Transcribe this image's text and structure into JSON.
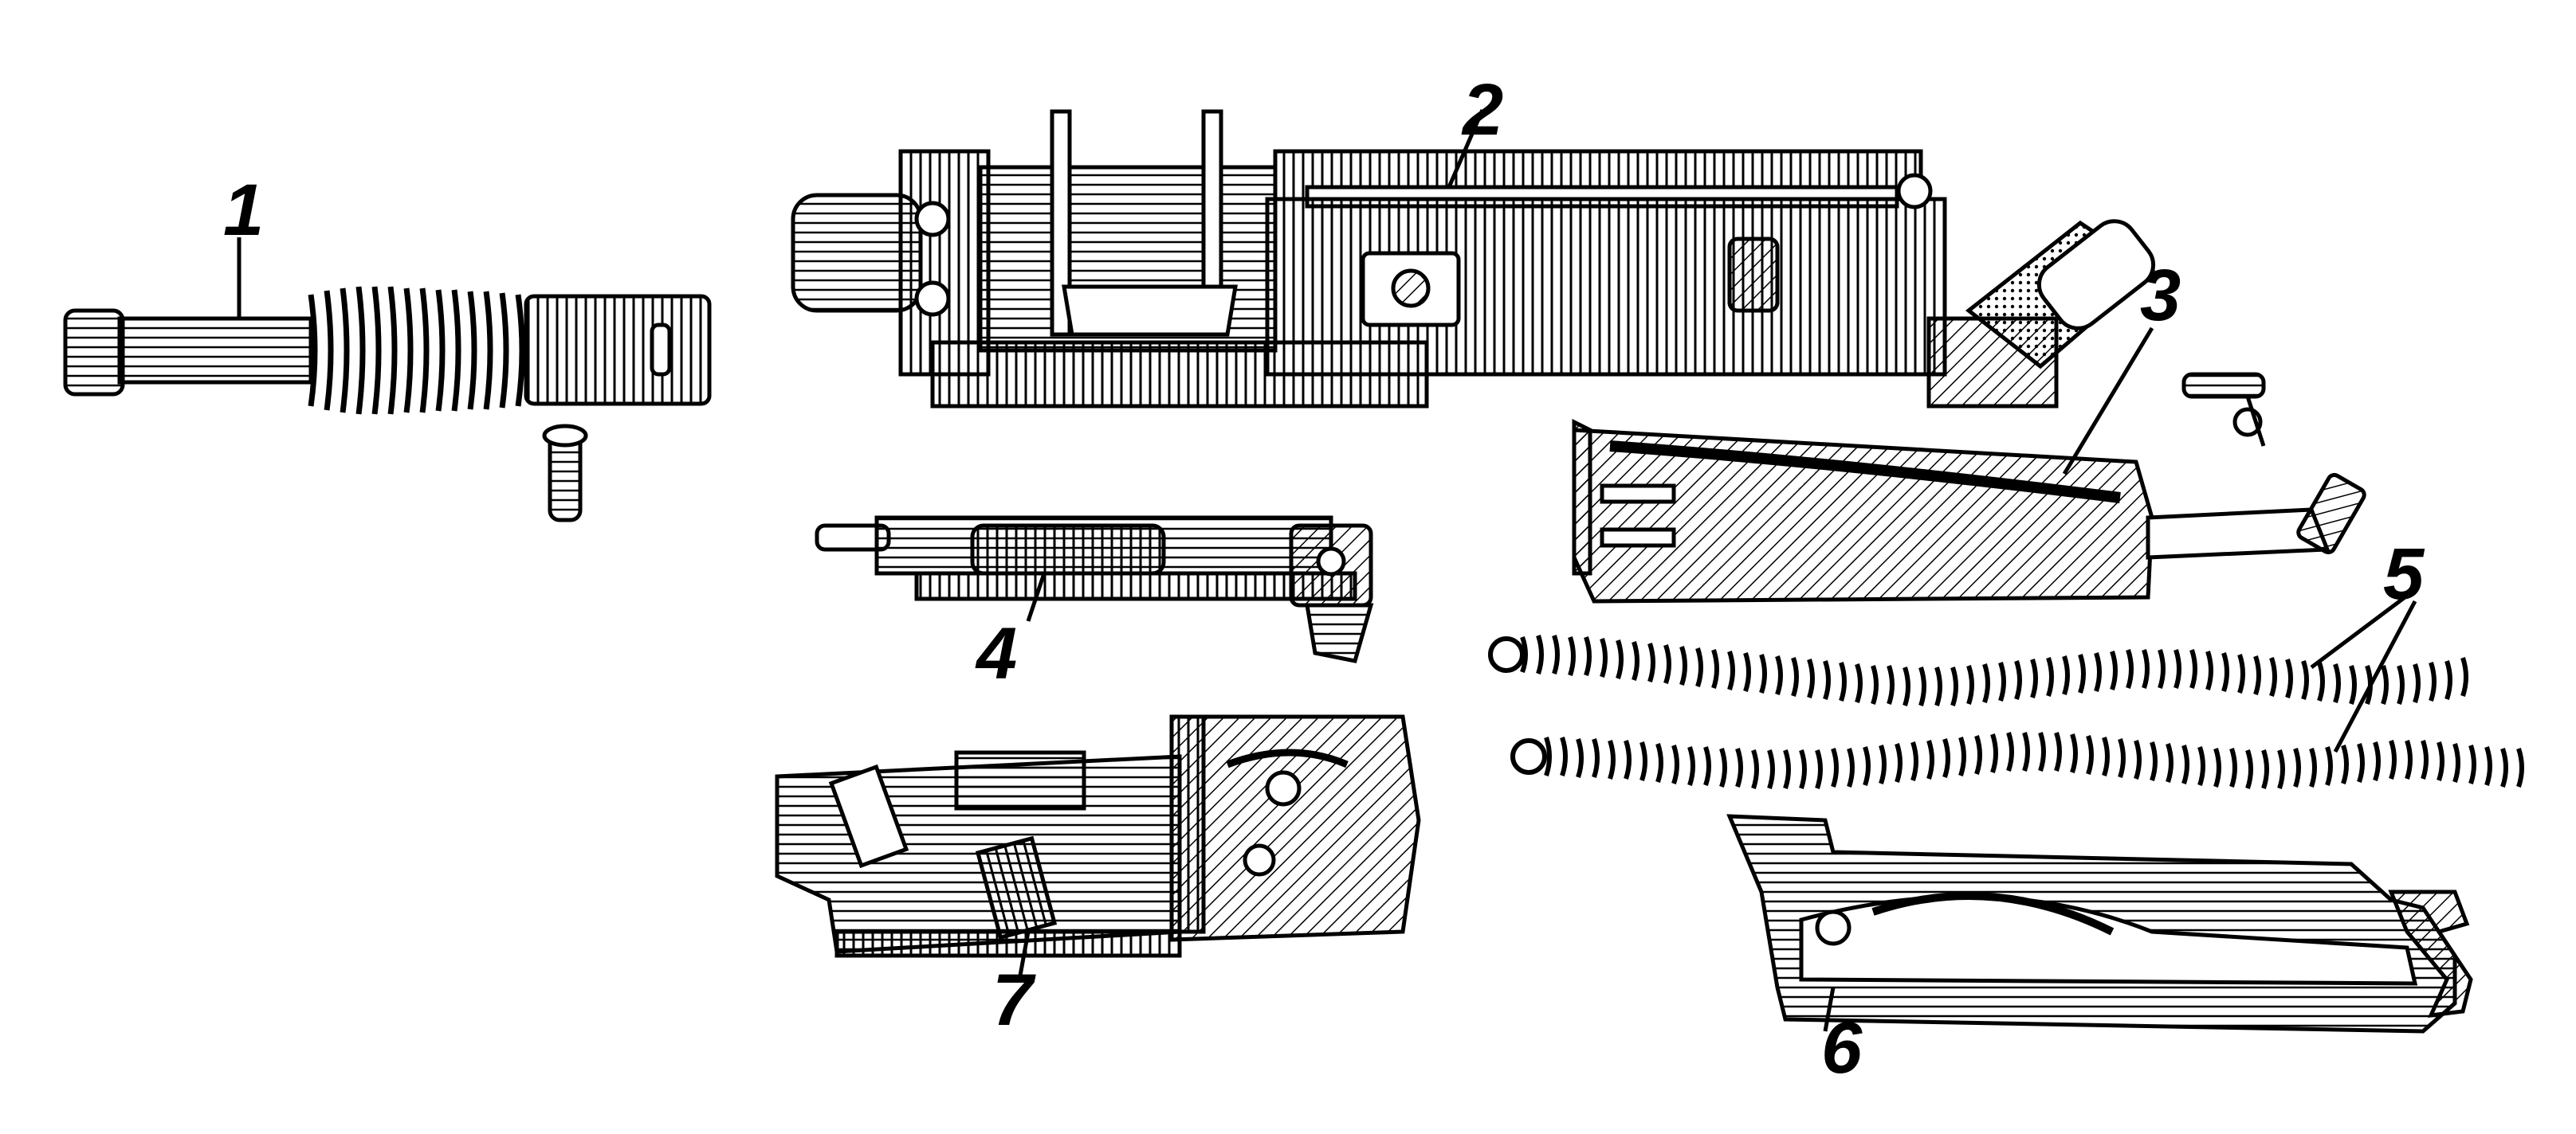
{
  "colors": {
    "ink": "#000000",
    "paper": "#ffffff",
    "shade": "#111111"
  },
  "callouts": [
    {
      "label": "1"
    },
    {
      "label": "2"
    },
    {
      "label": "3"
    },
    {
      "label": "4"
    },
    {
      "label": "5"
    },
    {
      "label": "6"
    },
    {
      "label": "7"
    }
  ]
}
